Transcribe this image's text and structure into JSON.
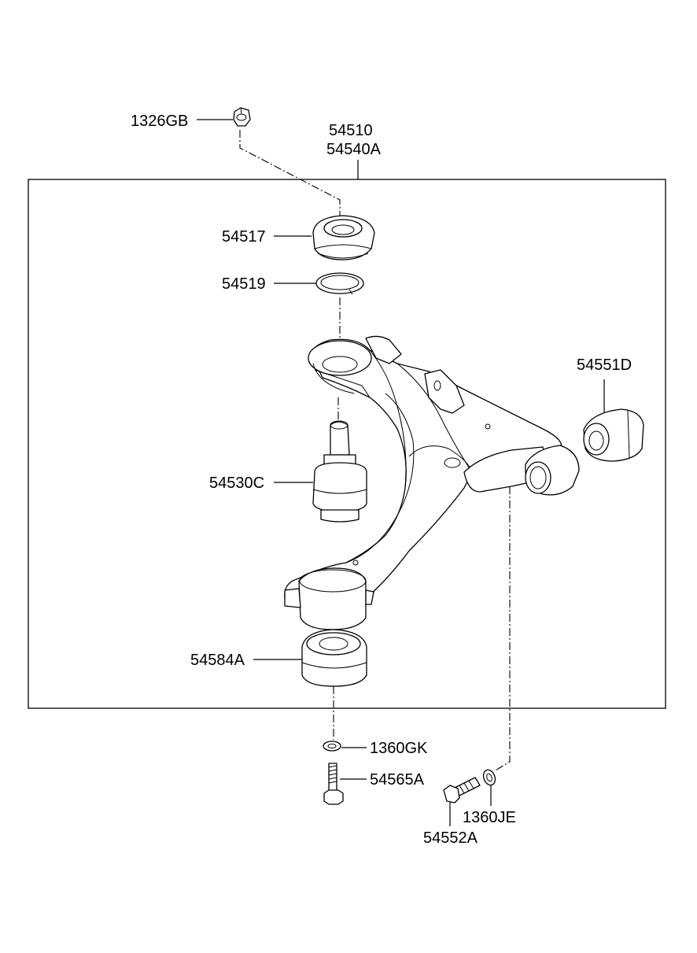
{
  "labels": {
    "nut_top": "1326GB",
    "arm_assembly_1": "54510",
    "arm_assembly_2": "54540A",
    "bushing_top": "54517",
    "ring": "54519",
    "ball_joint": "54530C",
    "rear_bushing": "54551D",
    "front_bushing": "54584A",
    "washer_bottom": "1360GK",
    "bolt_bottom": "54565A",
    "washer_side": "1360JE",
    "bolt_side": "54552A"
  }
}
